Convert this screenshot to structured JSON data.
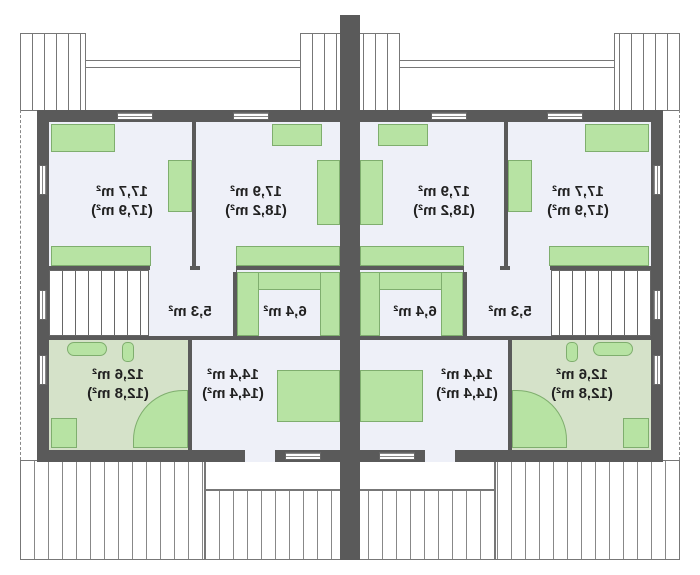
{
  "units": [
    {
      "name": "left",
      "rooms": [
        {
          "id": "bedroom-a",
          "area": "17,7 m²",
          "alt": "(17,9 m²)"
        },
        {
          "id": "bedroom-b",
          "area": "17,9 m²",
          "alt": "(18,2  m²)"
        },
        {
          "id": "hall",
          "area": "5,3 m²"
        },
        {
          "id": "closet",
          "area": "6,4 m²"
        },
        {
          "id": "bathroom",
          "area": "12,6 m²",
          "alt": "(12,8 m²)"
        },
        {
          "id": "bedroom-c",
          "area": "14,4 m²",
          "alt": "(14,4 m²)"
        }
      ]
    },
    {
      "name": "right",
      "rooms": [
        {
          "id": "bedroom-a",
          "area": "17,7 m²",
          "alt": "(17,9 m²)"
        },
        {
          "id": "bedroom-b",
          "area": "17,9 m²",
          "alt": "(18,2  m²)"
        },
        {
          "id": "hall",
          "area": "5,3 m²"
        },
        {
          "id": "closet",
          "area": "6,4 m²"
        },
        {
          "id": "bathroom",
          "area": "12,6 m²",
          "alt": "(12,8 m²)"
        },
        {
          "id": "bedroom-c",
          "area": "14,4 m²",
          "alt": "(14,4 m²)"
        }
      ]
    }
  ],
  "colors": {
    "wall": "#5a5a5a",
    "room": "#eef0f8",
    "bath": "#d5e2c9",
    "furniture": "#b7e3a3"
  }
}
